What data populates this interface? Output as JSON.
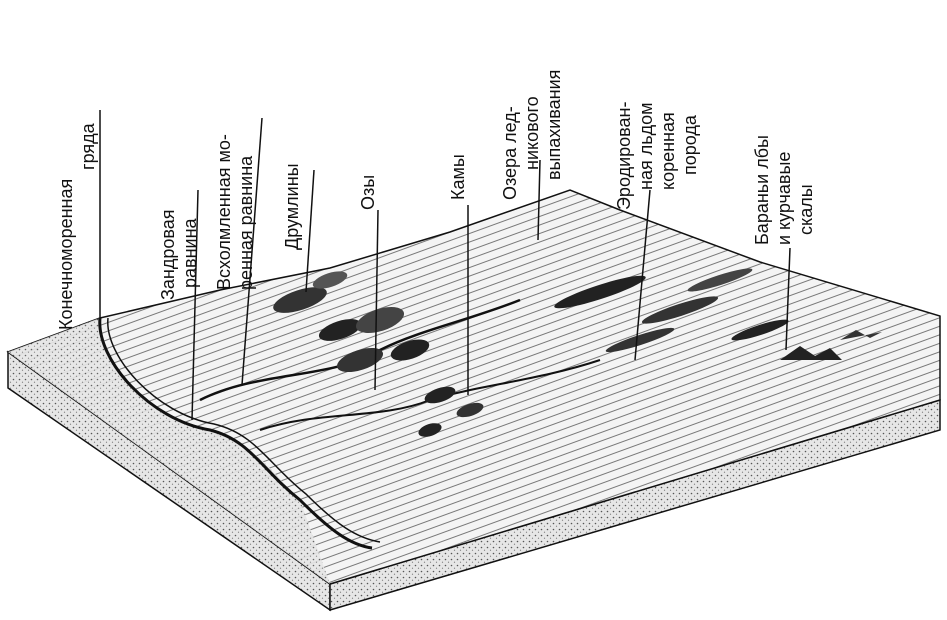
{
  "labels": {
    "moraine_ridge": [
      "Конечноморенная",
      "гряда"
    ],
    "outwash_plain": [
      "Зандровая",
      "равнина"
    ],
    "hummocky_plain": [
      "Всхолмленная мо-",
      "ренная равнина"
    ],
    "drumlins": [
      "Друмлины"
    ],
    "eskers": [
      "Озы"
    ],
    "kames": [
      "Камы"
    ],
    "lakes": [
      "Озера лед-",
      "никового",
      "выпахивания"
    ],
    "eroded_bedrock": [
      "Эродирован-",
      "ная льдом",
      "коренная",
      "порода"
    ],
    "roches": [
      "Бараньи лбы",
      "и курчавые",
      "скалы"
    ]
  },
  "colors": {
    "ink": "#111111",
    "paper": "#ffffff",
    "block_side": "#d9d9d9",
    "surface": "#f2f2f2"
  }
}
